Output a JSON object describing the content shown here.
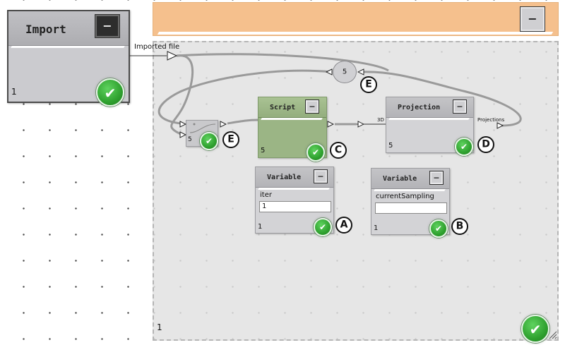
{
  "import_node": {
    "title": "Import",
    "minimize": "−",
    "count": "1",
    "output_label": "Imported file",
    "check": "✔"
  },
  "group": {
    "minimize": "−",
    "count": "1",
    "check": "✔"
  },
  "loop_counter": {
    "value": "5",
    "badge": "E"
  },
  "small_node": {
    "count": "5",
    "badge": "E",
    "check": "✔"
  },
  "script_node": {
    "title": "Script",
    "minimize": "−",
    "count": "5",
    "badge": "C",
    "check": "✔"
  },
  "projection_node": {
    "title": "Projection",
    "minimize": "−",
    "count": "5",
    "input_label": "3D",
    "output_label": "Projections",
    "badge": "D",
    "check": "✔"
  },
  "variable_a": {
    "title": "Variable",
    "minimize": "−",
    "label": "iter",
    "value": "1",
    "count": "1",
    "badge": "A",
    "check": "✔"
  },
  "variable_b": {
    "title": "Variable",
    "minimize": "−",
    "label": "currentSampling",
    "value": "",
    "count": "1",
    "badge": "B",
    "check": "✔"
  },
  "colors": {
    "group_header": "#f5c08d",
    "group_body": "#e6e6e6",
    "script_body": "#9bb585",
    "node_body": "#d3d3d6",
    "status_ok": "#2fa12f"
  }
}
